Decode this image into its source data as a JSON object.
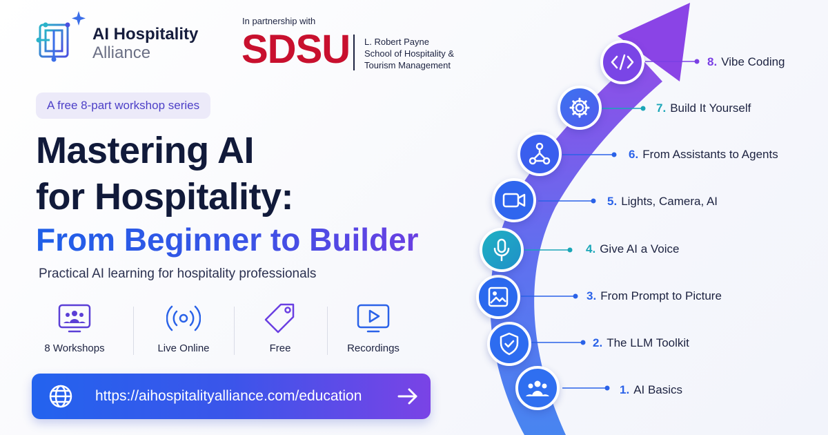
{
  "brand": {
    "name_line1": "AI Hospitality",
    "name_line2": "Alliance"
  },
  "partner": {
    "label": "In partnership with",
    "org": "SDSU",
    "school_line1": "L. Robert Payne",
    "school_line2": "School of Hospitality &",
    "school_line3": "Tourism Management"
  },
  "series_pill": "A free 8-part workshop series",
  "title": {
    "line1": "Mastering AI",
    "line2": "for Hospitality:",
    "line3": "From Beginner to Builder"
  },
  "subtitle": "Practical AI learning for hospitality professionals",
  "features": [
    {
      "label": "8 Workshops",
      "icon": "users-monitor-icon"
    },
    {
      "label": "Live Online",
      "icon": "broadcast-icon"
    },
    {
      "label": "Free",
      "icon": "price-tag-icon"
    },
    {
      "label": "Recordings",
      "icon": "video-play-icon"
    }
  ],
  "url": {
    "text": "https://aihospitalityalliance.com/education",
    "icon": "globe-icon"
  },
  "steps": [
    {
      "num": "1.",
      "label": "AI Basics",
      "icon": "users-icon",
      "color": "#2a62e8"
    },
    {
      "num": "2.",
      "label": "The LLM Toolkit",
      "icon": "shield-check-icon",
      "color": "#2a62e8"
    },
    {
      "num": "3.",
      "label": "From Prompt to Picture",
      "icon": "image-icon",
      "color": "#2a62e8"
    },
    {
      "num": "4.",
      "label": "Give AI a Voice",
      "icon": "microphone-icon",
      "color": "#1aa6b7"
    },
    {
      "num": "5.",
      "label": "Lights, Camera, AI",
      "icon": "video-camera-icon",
      "color": "#2a62e8"
    },
    {
      "num": "6.",
      "label": "From Assistants to Agents",
      "icon": "agents-network-icon",
      "color": "#2a62e8"
    },
    {
      "num": "7.",
      "label": "Build It Yourself",
      "icon": "gear-icon",
      "color": "#1aa6b7"
    },
    {
      "num": "8.",
      "label": "Vibe Coding",
      "icon": "code-icon",
      "color": "#7a3fe4"
    }
  ],
  "colors": {
    "navy": "#111a3a",
    "blue": "#1f5fe8",
    "violet": "#7a3fe4",
    "teal": "#1aa6b7",
    "sdsu_red": "#c8102e"
  }
}
